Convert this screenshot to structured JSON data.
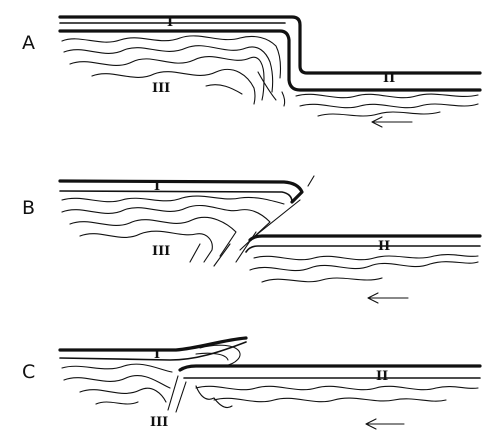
{
  "panels": [
    {
      "label": "A",
      "unit_top_left": "I",
      "unit_right": "II",
      "unit_deep": "III"
    },
    {
      "label": "B",
      "unit_top_left": "I",
      "unit_right": "II",
      "unit_deep": "III"
    },
    {
      "label": "C",
      "unit_top_left": "I",
      "unit_right": "II",
      "unit_deep": "III"
    }
  ],
  "arrow_direction": "left"
}
